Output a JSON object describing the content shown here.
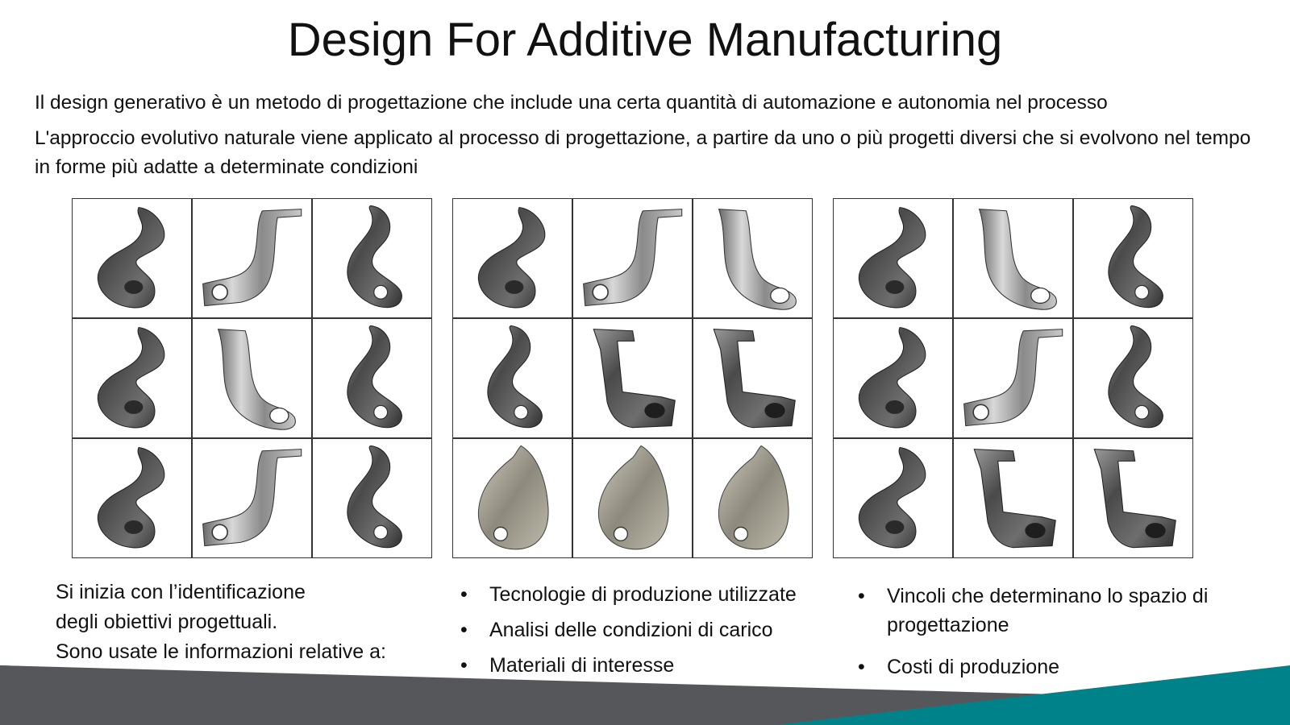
{
  "title": "Design For Additive Manufacturing",
  "intro": {
    "line1": "Il design generativo è un metodo di progettazione che include una certa quantità di automazione e autonomia nel processo",
    "line2": "L'approccio evolutivo naturale viene applicato al processo di progettazione, a partire da uno o più progetti diversi che si evolvono nel tempo in forme più adatte a determinate condizioni"
  },
  "caption": {
    "line1": "Si inizia con l’identificazione",
    "line2": "degli obiettivi progettuali.",
    "line3": "Sono usate le informazioni relative a:"
  },
  "bullets_middle": [
    "Tecnologie di produzione utilizzate",
    "Analisi delle condizioni di carico",
    "Materiali di interesse"
  ],
  "bullets_right": [
    "Vincoli che determinano lo spazio di progettazione",
    "Costi di produzione"
  ],
  "bullet_glyph": "•",
  "colors": {
    "footer_gray": "#55575a",
    "footer_teal": "#00828a",
    "grid_border": "#333333",
    "part_dark": "#4a4a4a",
    "part_light": "#a8a8a8",
    "part_beige": "#9a978a"
  }
}
